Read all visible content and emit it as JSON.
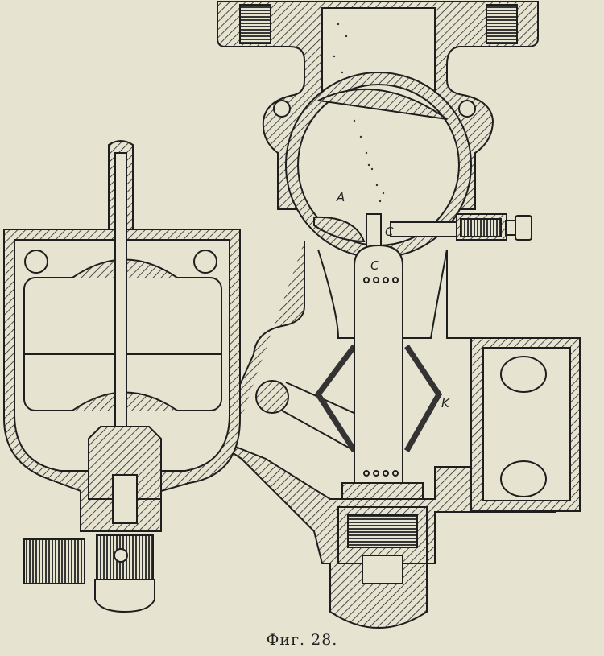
{
  "figure": {
    "caption": "Фиг. 28.",
    "labels": {
      "a": "A",
      "c_needle": "C",
      "c_jet": "C",
      "k": "K"
    }
  },
  "colors": {
    "paper": "#e7e3d1",
    "ink": "#1e1e1e"
  }
}
